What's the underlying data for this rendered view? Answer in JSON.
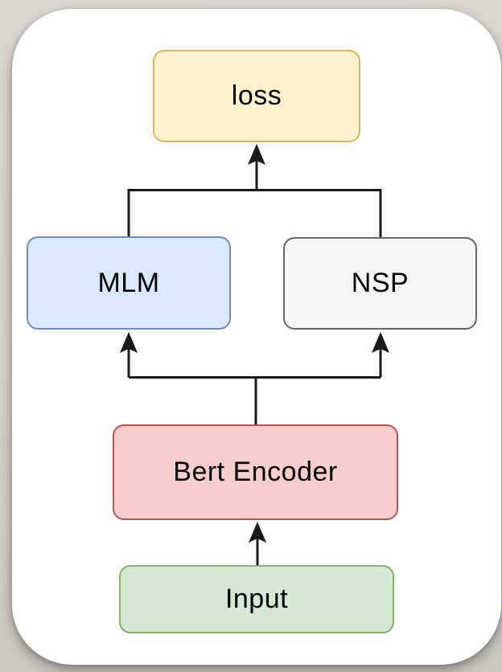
{
  "page": {
    "background_color": "#d6d2cc",
    "card_color": "#ffffff"
  },
  "diagram": {
    "description": "BERT pre-training flow diagram",
    "connector_color": "#1a1a1a",
    "nodes": [
      {
        "id": "loss",
        "label": "loss",
        "fill": "#fff2cc",
        "stroke": "#d6b656"
      },
      {
        "id": "mlm",
        "label": "MLM",
        "fill": "#dae8fc",
        "stroke": "#6c8ebf"
      },
      {
        "id": "nsp",
        "label": "NSP",
        "fill": "#f5f5f5",
        "stroke": "#666666"
      },
      {
        "id": "bert-encoder",
        "label": "Bert Encoder",
        "fill": "#f8cecc",
        "stroke": "#b85450"
      },
      {
        "id": "input",
        "label": "Input",
        "fill": "#d5e8d4",
        "stroke": "#82b366"
      }
    ],
    "edges": [
      {
        "from": [
          "mlm",
          "nsp"
        ],
        "to": "loss",
        "arrow": "up"
      },
      {
        "from": "bert-encoder",
        "to": [
          "mlm",
          "nsp"
        ],
        "arrow": "up"
      },
      {
        "from": "input",
        "to": "bert-encoder",
        "arrow": "up"
      }
    ]
  }
}
